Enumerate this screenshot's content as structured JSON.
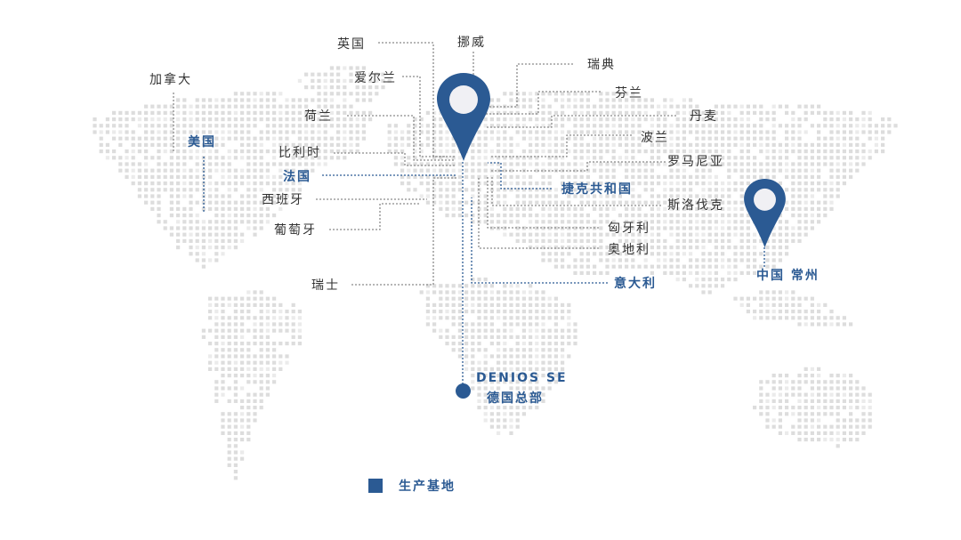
{
  "colors": {
    "brand_blue": "#2b5a93",
    "text_gray": "#333333",
    "dot_gray": "#dcdcdc",
    "line_gray": "#888888"
  },
  "headquarters": {
    "name": "DENIOS SE",
    "subtitle": "德国总部",
    "icon": "map-pin-icon"
  },
  "china_site": {
    "label": "中国 常州",
    "icon": "map-pin-icon"
  },
  "legend": {
    "icon": "square-swatch",
    "label": "生产基地"
  },
  "countries": {
    "canada": "加拿大",
    "usa": "美国",
    "uk": "英国",
    "ireland": "爱尔兰",
    "netherlands": "荷兰",
    "belgium": "比利时",
    "france": "法国",
    "spain": "西班牙",
    "portugal": "葡萄牙",
    "switzerland": "瑞士",
    "norway": "挪威",
    "sweden": "瑞典",
    "finland": "芬兰",
    "denmark": "丹麦",
    "poland": "波兰",
    "romania": "罗马尼亚",
    "czech": "捷克共和国",
    "slovakia": "斯洛伐克",
    "hungary": "匈牙利",
    "austria": "奥地利",
    "italy": "意大利"
  }
}
